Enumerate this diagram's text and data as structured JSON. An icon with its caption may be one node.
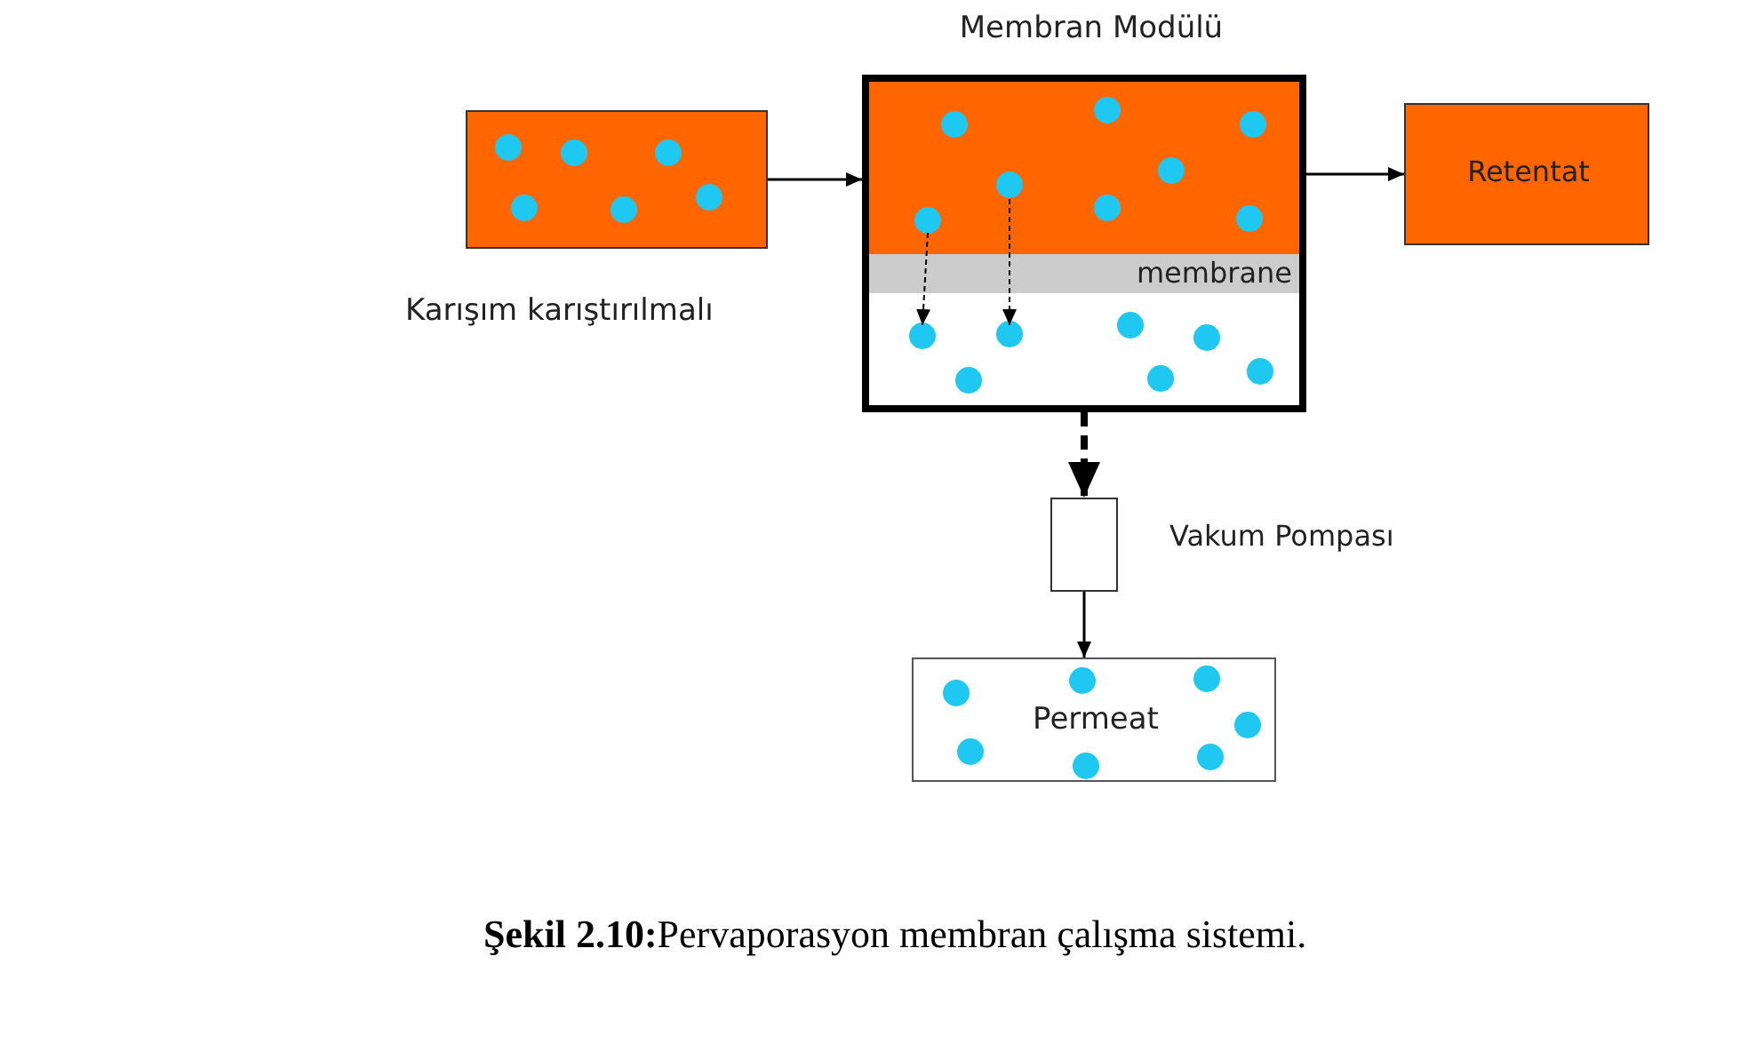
{
  "diagram": {
    "caption": "**Şekil 2.10:**Pervaporasyon membran çalışma sistemi.",
    "nodes": [
      {
        "text": [],
        "shape": "box",
        "beside": [
          "Karışım karıştırılmalı"
        ]
      },
      {
        "text": [
          "Membran Modülü"
        ]
      },
      {
        "text": [
          "membrane"
        ],
        "in": 1
      },
      {
        "text": [
          "Retentat"
        ]
      },
      {
        "text": [],
        "shape": "box",
        "beside": [
          "Vakum Pompası"
        ]
      },
      {
        "text": [
          "Permeat"
        ]
      }
    ],
    "edges": [
      {
        "from": 0,
        "to": 1,
        "arrow": "to"
      },
      {
        "from": 1,
        "to": 3,
        "arrow": "to"
      },
      {
        "from": 1,
        "to": 4,
        "arrow": "to",
        "style": "dashed"
      },
      {
        "from": 4,
        "to": 5,
        "arrow": "to"
      }
    ]
  }
}
